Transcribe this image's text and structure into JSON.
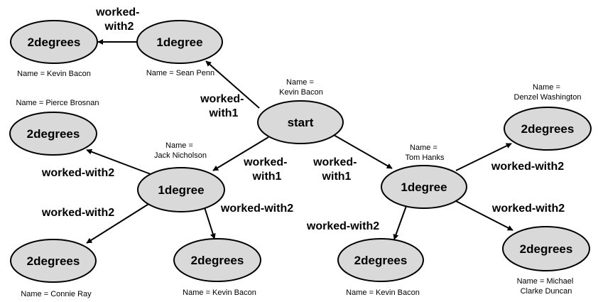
{
  "nodes": {
    "start": {
      "label": "start",
      "name_lines": [
        "Name =",
        "Kevin Bacon"
      ]
    },
    "n1_top": {
      "label": "1degree",
      "name_lines": [
        "Name = Sean Penn"
      ]
    },
    "n2_topleft": {
      "label": "2degrees",
      "name_lines": [
        "Name = Kevin Bacon"
      ]
    },
    "n1_left": {
      "label": "1degree",
      "name_lines": [
        "Name =",
        "Jack Nicholson"
      ]
    },
    "n2_left_upper": {
      "label": "2degrees",
      "name_lines": [
        "Name = Pierce Brosnan"
      ]
    },
    "n2_left_lower": {
      "label": "2degrees",
      "name_lines": [
        "Name = Connie Ray"
      ]
    },
    "n2_left_bottom": {
      "label": "2degrees",
      "name_lines": [
        "Name = Kevin Bacon"
      ]
    },
    "n1_right": {
      "label": "1degree",
      "name_lines": [
        "Name =",
        "Tom Hanks"
      ]
    },
    "n2_right_upper": {
      "label": "2degrees",
      "name_lines": [
        "Name =",
        "Denzel Washington"
      ]
    },
    "n2_right_lower": {
      "label": "2degrees",
      "name_lines": [
        "Name = Michael",
        "Clarke Duncan"
      ]
    },
    "n2_right_bottom": {
      "label": "2degrees",
      "name_lines": [
        "Name = Kevin Bacon"
      ]
    }
  },
  "edges": {
    "start_to_top": [
      "worked-",
      "with1"
    ],
    "start_to_left": [
      "worked-",
      "with1"
    ],
    "start_to_right": [
      "worked-",
      "with1"
    ],
    "top_to_topleft": [
      "worked-",
      "with2"
    ],
    "left_to_upper": [
      "worked-with2"
    ],
    "left_to_lower": [
      "worked-with2"
    ],
    "left_to_bottom": [
      "worked-with2"
    ],
    "right_to_upper": [
      "worked-with2"
    ],
    "right_to_lower": [
      "worked-with2"
    ],
    "right_to_bottom": [
      "worked-with2"
    ]
  }
}
